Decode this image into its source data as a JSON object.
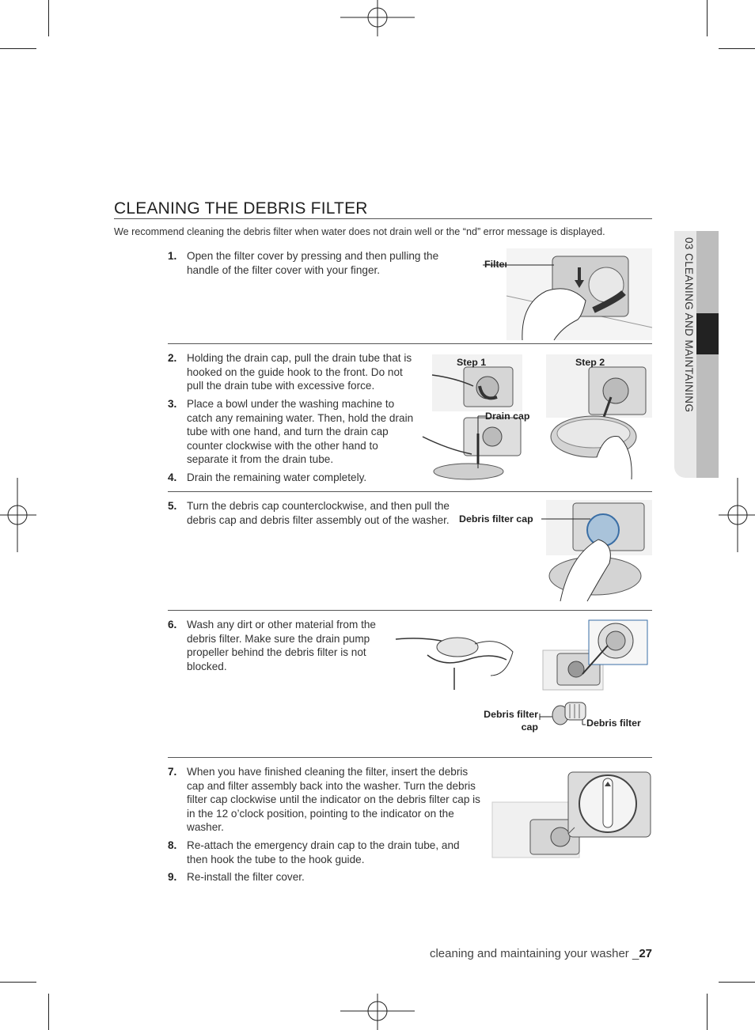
{
  "title": "CLEANING THE DEBRIS FILTER",
  "intro": "We recommend cleaning the debris filter when water does not drain well or the “nd” error message is displayed.",
  "steps": [
    {
      "num": "1.",
      "text": "Open the filter cover by pressing and then pulling the handle of the filter cover with your finger."
    },
    {
      "num": "2.",
      "text": "Holding the drain cap, pull the drain tube that is hooked on the guide hook to the front. Do not pull the drain tube with excessive force."
    },
    {
      "num": "3.",
      "text": "Place a bowl under the washing machine to catch any remaining water. Then, hold the drain tube with one hand, and turn the drain cap counter clockwise with the other hand to separate it from the drain tube."
    },
    {
      "num": "4.",
      "text": "Drain the remaining water completely."
    },
    {
      "num": "5.",
      "text": "Turn the debris cap counterclockwise, and then pull the debris cap and debris filter assembly out of the washer."
    },
    {
      "num": "6.",
      "text": "Wash any dirt or other material from the debris filter. Make sure the drain pump propeller behind the debris filter is not blocked."
    },
    {
      "num": "7.",
      "text": "When you have finished cleaning the filter, insert the debris cap and filter assembly back into the washer. Turn the debris filter cap clockwise until the indicator on the debris filter cap is in the 12 o’clock position, pointing to the indicator on the washer."
    },
    {
      "num": "8.",
      "text": "Re-attach the emergency drain cap to the drain tube, and then hook the tube to the hook guide."
    },
    {
      "num": "9.",
      "text": "Re-install the filter cover."
    }
  ],
  "labels": {
    "filter_cover": "Filter cover",
    "step1": "Step 1",
    "step2": "Step 2",
    "drain_cap": "Drain cap",
    "debris_filter_cap": "Debris filter cap",
    "debris_filter_cap_a": "Debris filter",
    "debris_filter_cap_b": "cap",
    "debris_filter": "Debris filter"
  },
  "side_tab": "03 CLEANING AND MAINTAINING",
  "footer": {
    "text": "cleaning and maintaining your washer _",
    "page": "27"
  },
  "colors": {
    "tab_dark": "#222222",
    "tab_grey": "#bdbdbd",
    "tab_light": "#e8e8e8",
    "rule": "#555555"
  }
}
